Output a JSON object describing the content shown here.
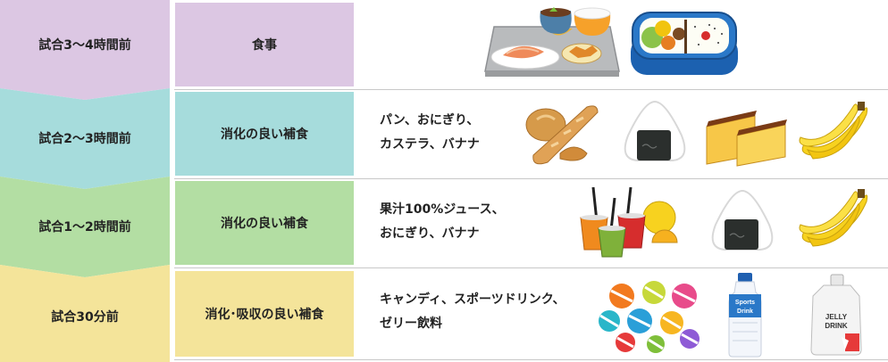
{
  "rows": [
    {
      "time": "試合3〜4時間前",
      "category": "食事",
      "foods": [
        "",
        ""
      ],
      "time_color": "#dcc7e3",
      "cat_color": "#dcc7e3"
    },
    {
      "time": "試合2〜3時間前",
      "category": "消化の良い補食",
      "foods": [
        "パン、おにぎり、",
        "カステラ、バナナ"
      ],
      "time_color": "#a6dcdc",
      "cat_color": "#a6dcdc"
    },
    {
      "time": "試合1〜2時間前",
      "category": "消化の良い補食",
      "foods": [
        "果汁100%ジュース、",
        "おにぎり、バナナ"
      ],
      "time_color": "#b3dea3",
      "cat_color": "#b3dea3"
    },
    {
      "time": "試合30分前",
      "category": "消化･吸収の良い補食",
      "foods": [
        "キャンディ、スポーツドリンク、",
        "ゼリー飲料"
      ],
      "time_color": "#f4e49a",
      "cat_color": "#f4e49a"
    }
  ],
  "labels": {
    "sports_drink": [
      "Sports",
      "Drink"
    ],
    "jelly_drink": [
      "JELLY",
      "DRINK"
    ]
  },
  "icons": [
    "meal-tray-icon",
    "bento-box-icon",
    "bread-icon",
    "onigiri-icon",
    "castella-icon",
    "banana-icon",
    "juice-cups-icon",
    "candy-icon",
    "sports-drink-bottle-icon",
    "jelly-drink-pouch-icon"
  ]
}
